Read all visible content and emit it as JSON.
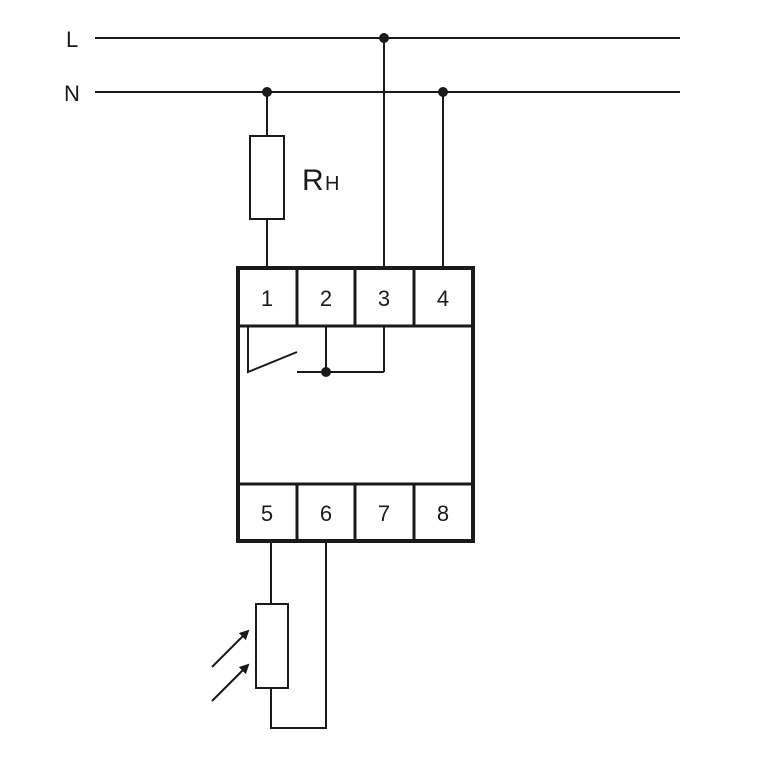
{
  "lines": {
    "live": "L",
    "neutral": "N"
  },
  "load": {
    "label_main": "R",
    "label_sub": "H"
  },
  "terminals_top": [
    "1",
    "2",
    "3",
    "4"
  ],
  "terminals_bottom": [
    "5",
    "6",
    "7",
    "8"
  ],
  "colors": {
    "stroke": "#1a1a1a",
    "background": "#ffffff"
  }
}
